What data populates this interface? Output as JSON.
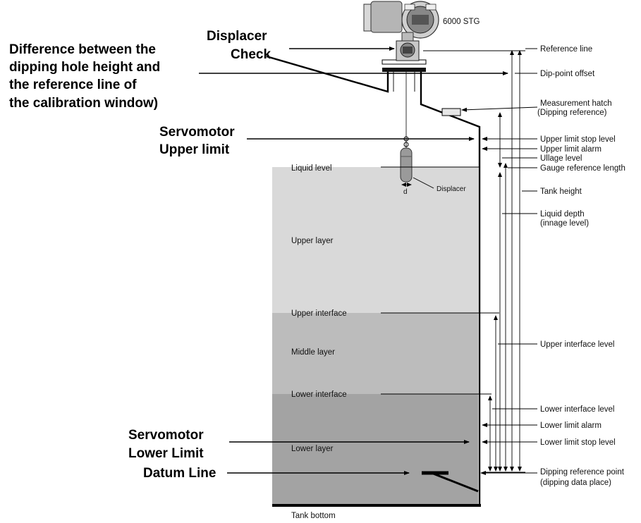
{
  "title": "",
  "device": {
    "name": "6000 STG"
  },
  "callouts": {
    "displacer_check": [
      "Displacer",
      "Check"
    ],
    "difference": [
      "Difference between the",
      "dipping hole height and",
      "the reference line of",
      "the calibration window)"
    ],
    "servo_upper": [
      "Servomotor",
      "Upper limit"
    ],
    "servo_lower": [
      "Servomotor",
      "Lower Limit"
    ],
    "datum": "Datum Line"
  },
  "tank_labels": {
    "liquid_level": "Liquid level",
    "upper_layer": "Upper layer",
    "upper_interface": "Upper interface",
    "middle_layer": "Middle layer",
    "lower_interface": "Lower interface",
    "lower_layer": "Lower layer",
    "tank_bottom": "Tank bottom",
    "displacer": "Displacer",
    "d": "d"
  },
  "right_labels": {
    "reference_line": "Reference line",
    "dip_point_offset": "Dip-point offset",
    "measurement_hatch": [
      "Measurement hatch",
      "(Dipping reference)"
    ],
    "upper_limit_stop": "Upper limit stop level",
    "upper_limit_alarm": "Upper limit alarm",
    "ullage_level": "Ullage level",
    "gauge_reference_length": "Gauge reference length",
    "tank_height": "Tank height",
    "liquid_depth": [
      "Liquid depth",
      "(innage level)"
    ],
    "upper_interface_level": "Upper interface level",
    "lower_interface_level": "Lower interface level",
    "lower_limit_alarm": "Lower limit alarm",
    "lower_limit_stop": "Lower limit stop level",
    "dipping_reference_point": [
      "Dipping reference point",
      "(dipping data place)"
    ]
  },
  "colors": {
    "upper_layer": "#d9d9d9",
    "middle_layer": "#bcbcbc",
    "lower_layer": "#a3a3a3",
    "device_body": "#9a9a9a",
    "background": "#ffffff"
  }
}
